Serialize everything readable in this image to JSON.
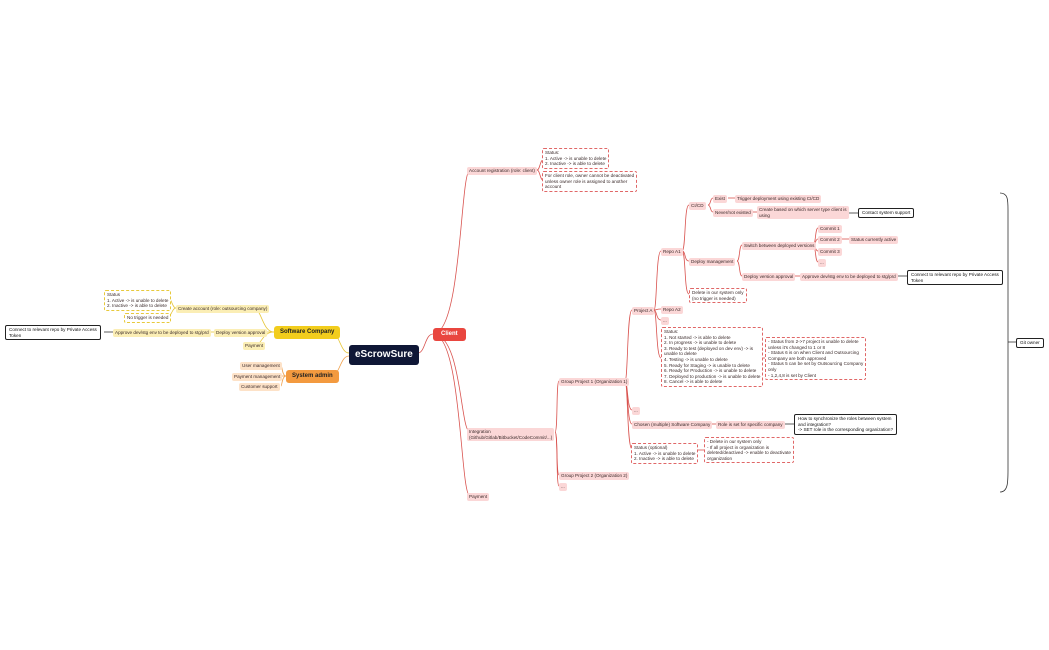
{
  "root": "eScrowSure",
  "client": {
    "label": "Client",
    "account_registration": "Account registration (role: client)",
    "account_status": "Status:\n1. Active -> is unable to delete\n2. Inactive -> is able to delete",
    "account_owner_note": "For client role, owner cannot be deactivated\nunless owner role is assigned to another\naccount",
    "integration": "Integration\n(Github/Gitlab/Bitbucket/CodeCommit/...)",
    "payment": "Payment",
    "group1": "Group Project 1 (Organization 1)",
    "group2": "Group Project 2 (Organization 2)",
    "group_ellipsis": "...",
    "project_a": "Project A",
    "project_b": "Project B",
    "project_ellipsis": "...",
    "repo_a1": "Repo A1",
    "repo_a2": "Repo A2",
    "repo_ellipsis": "...",
    "cicd": "CI/CD",
    "exist": "Exist",
    "exist_note": "Trigger deployment using existing CI/CD",
    "never_existed": "Never/not existed",
    "never_existed_note": "Create based on which server type client is\nusing",
    "contact_support": "Contact system support",
    "deploy_management": "Deploy management",
    "switch_versions": "Switch between deployed versions",
    "commit1": "Commit 1",
    "commit2": "Commit 2",
    "commit3": "Commit 3",
    "commit_ellipsis": "...",
    "status_active": "Status currently active",
    "deploy_approval": "Deploy version approval",
    "approve_note": "Approve dev/stg env to be deployed to stg/prd",
    "connect_pat": "Connect to relevant repo by Private Access\nToken",
    "repo_delete_note": "Delete in our system only\n(no trigger is needed)",
    "project_status": "Status:\n1. Not started -> is able to delete\n2. In progress -> is unable to delete\n3. Ready to test (deployed on dev env) -> is\nunable to delete\n4. Testing -> is unable to delete\n5. Ready for Staging -> is unable to delete\n6. Ready for Production -> is unable to delete\n7. Deployed to production -> is unable to delete\n8. Cancel -> is able to delete",
    "project_status_note": "- Status from 2->7 project is unable to delete\nunless it's changed to 1 or 8\n- Status 6 is on when Client and Outsourcing\nCompany are both approved\n- Status 5 can be set by Outsourcing Company\nonly\n- 1,2,4,8 is set by Client",
    "chosen_company": "Chosen (multiple) Software Company",
    "role_set": "Role is set for specific company",
    "sync_question": "How to synchronize the roles between system\nand integration?\n-> SET role in the corresponding organization?",
    "group_status": "Status (optional)\n1. Active -> is unable to delete\n2. Inactive -> is able to delete",
    "group_status_note": "- Delete in our system only\n- If all project in organization is\ndeleted/deactived -> enable to deactivate\norganization",
    "git_owner": "Git owner"
  },
  "software_company": {
    "label": "Software Company",
    "create_account": "Create account (role: outsourcing company)",
    "status": "Status\n1. Active -> is unable to delete\n2. Inactive -> is able to delete",
    "no_trigger": "No trigger is needed",
    "deploy_approval": "Deploy version approval",
    "approve_note": "Approve dev/stg env to be deployed to stg/prd",
    "connect_pat": "Connect to relevant repo by Private Access\nToken",
    "payment": "Payment"
  },
  "system_admin": {
    "label": "System admin",
    "user_management": "User management",
    "payment_management": "Payment management",
    "customer_support": "Customer support"
  },
  "colors": {
    "client_line": "#d9534f",
    "company_line": "#e6c63a",
    "admin_line": "#f0a04b",
    "root_bg": "#0f1736"
  }
}
